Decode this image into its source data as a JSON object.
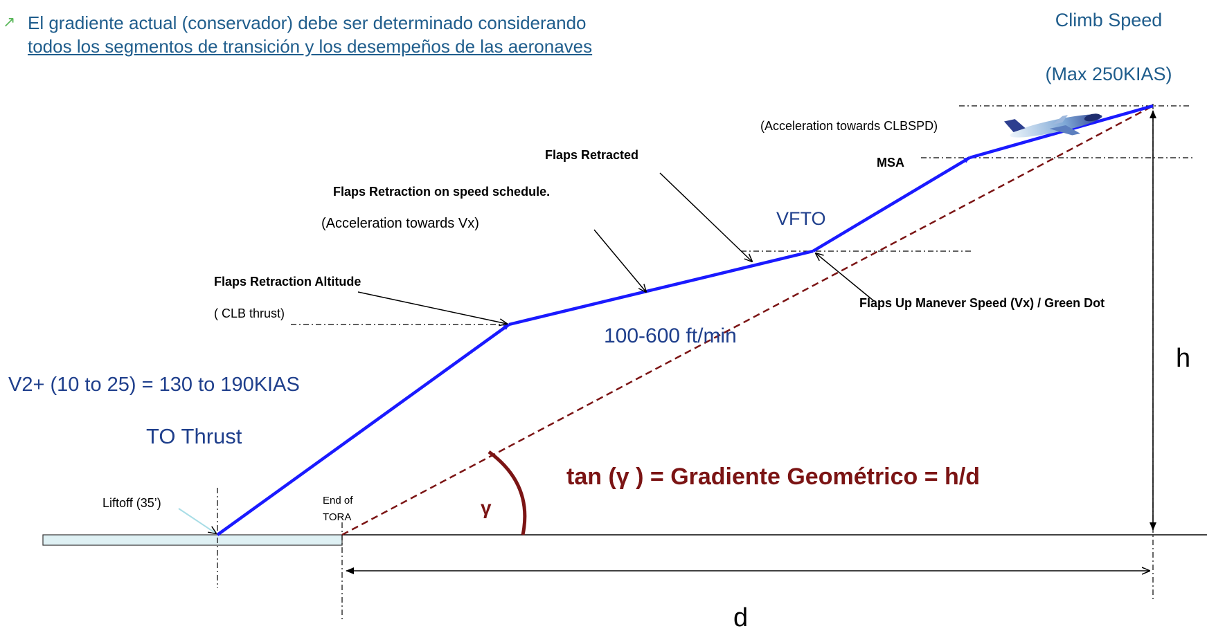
{
  "colors": {
    "path": "#1a1aff",
    "header_text": "#1f5d8c",
    "label_blue": "#1f3f8c",
    "formula": "#7b1414",
    "runway_fill": "#dff1f4"
  },
  "header": {
    "bullet_icon": "arrow-up-right-icon",
    "line1": "El gradiente actual (conservador) debe ser determinado considerando",
    "line2": "todos los segmentos de transición y los desempeños de las aeronaves"
  },
  "climb_speed": {
    "line1": "Climb Speed",
    "line2": "(Max 250KIAS)"
  },
  "labels": {
    "accel_clbspd": "(Acceleration towards  CLBSPD)",
    "msa": "MSA",
    "flaps_retracted": "Flaps Retracted",
    "flaps_retraction_speed": "Flaps Retraction on speed schedule.",
    "accel_vx": "(Acceleration towards  Vx)",
    "vfto": "VFTO",
    "flaps_retraction_altitude": "Flaps Retraction Altitude",
    "clb_thrust": "( CLB thrust)",
    "green_dot": "Flaps Up Manever Speed (Vx) / Green Dot",
    "climb_rate": "100-600 ft/min",
    "v2": "V2+ (10 to 25) = 130 to 190KIAS",
    "to_thrust": "TO Thrust",
    "liftoff": "Liftoff (35’)",
    "end_of_tora_1": "End of",
    "end_of_tora_2": "TORA",
    "gamma": "γ",
    "formula": "tan (γ ) = Gradiente Geométrico = h/d",
    "h": "h",
    "d": "d"
  }
}
